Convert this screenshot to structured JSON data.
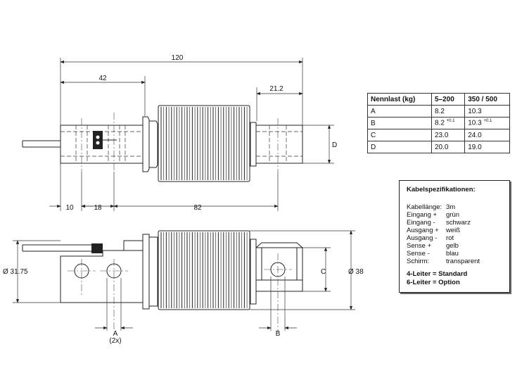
{
  "dimensions": {
    "overall_length": "120",
    "len_42": "42",
    "len_21_2": "21.2",
    "dim_D": "D",
    "len_10": "10",
    "len_18": "18",
    "len_82": "82",
    "dia_31_75": "Ø 31.75",
    "dia_38": "Ø 38",
    "dim_C": "C",
    "dim_A": "A",
    "dim_A_note": "(2x)",
    "dim_B": "B"
  },
  "table": {
    "headers": [
      "Nennlast (kg)",
      "5–200",
      "350 / 500"
    ],
    "rows": [
      {
        "label": "A",
        "v1": "8.2",
        "v1_sup": "",
        "v2": "10.3",
        "v2_sup": ""
      },
      {
        "label": "B",
        "v1": "8.2",
        "v1_sup": "+0.1",
        "v2": "10.3",
        "v2_sup": "+0.1"
      },
      {
        "label": "C",
        "v1": "23.0",
        "v1_sup": "",
        "v2": "24.0",
        "v2_sup": ""
      },
      {
        "label": "D",
        "v1": "20.0",
        "v1_sup": "",
        "v2": "19.0",
        "v2_sup": ""
      }
    ]
  },
  "cable_spec": {
    "title": "Kabelspezifikationen:",
    "rows": [
      {
        "key": "Kabellänge:",
        "value": "3m"
      },
      {
        "key": "Eingang +",
        "value": "grün"
      },
      {
        "key": "Eingang -",
        "value": "schwarz"
      },
      {
        "key": "Ausgang +",
        "value": "weiß"
      },
      {
        "key": "Ausgang -",
        "value": "rot"
      },
      {
        "key": "Sense +",
        "value": "gelb"
      },
      {
        "key": "Sense -",
        "value": "blau"
      },
      {
        "key": "Schirm:",
        "value": "transparent"
      }
    ],
    "notes": [
      "4-Leiter = Standard",
      "6-Leiter = Option"
    ]
  }
}
